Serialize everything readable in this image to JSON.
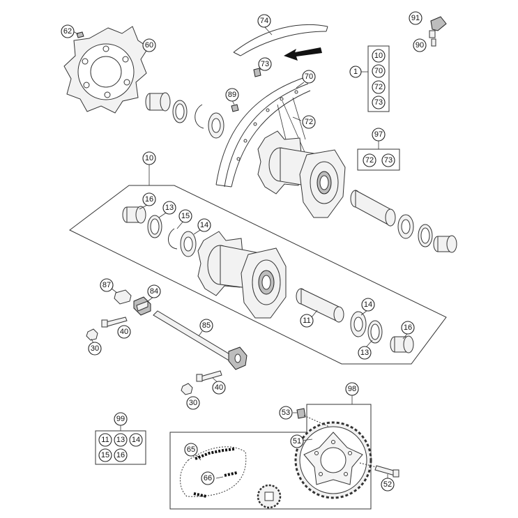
{
  "callouts": {
    "c74": "74",
    "c91": "91",
    "c62": "62",
    "c60": "60",
    "c90": "90",
    "c73a": "73",
    "c70": "70",
    "c1": "1",
    "c89": "89",
    "c72a": "72",
    "c97": "97",
    "c10": "10",
    "c16a": "16",
    "c13a": "13",
    "c15a": "15",
    "c14a": "14",
    "c87": "87",
    "c84": "84",
    "c40a": "40",
    "c85": "85",
    "c30a": "30",
    "c11": "11",
    "c14b": "14",
    "c16b": "16",
    "c13b": "13",
    "c40b": "40",
    "c30b": "30",
    "c98": "98",
    "c53": "53",
    "c51": "51",
    "c52": "52",
    "c65": "65",
    "c66": "66",
    "c99": "99"
  },
  "kit1": [
    "10",
    "70",
    "72",
    "73"
  ],
  "kit97": [
    "72",
    "73"
  ],
  "kit99": [
    "11",
    "13",
    "14",
    "15",
    "16"
  ]
}
